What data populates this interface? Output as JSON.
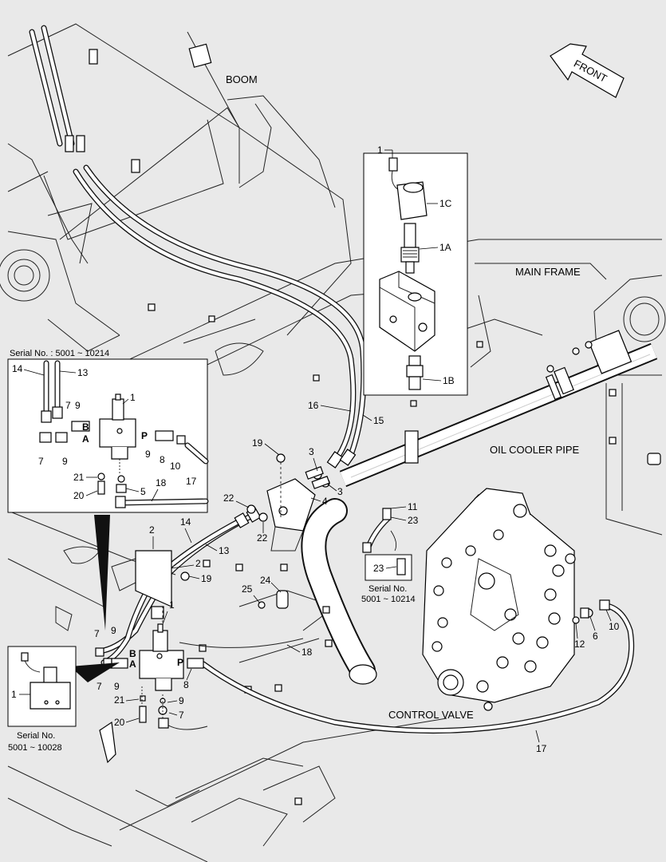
{
  "labels": {
    "boom": "BOOM",
    "front": "FRONT",
    "main_frame": "MAIN FRAME",
    "oil_cooler_pipe": "OIL COOLER PIPE",
    "control_valve": "CONTROL VALVE"
  },
  "inset_valve_detail": {
    "callout": "1",
    "parts": [
      "1C",
      "1A",
      "1B"
    ]
  },
  "inset_serial_10214": {
    "title": "Serial No. : 5001 ~ 10214",
    "callouts": [
      "14",
      "13",
      "1",
      "7",
      "9",
      "B",
      "A",
      "7",
      "9",
      "P",
      "9",
      "8",
      "10",
      "17",
      "21",
      "20",
      "5",
      "18"
    ]
  },
  "inset_serial_10028": {
    "callout": "1",
    "serial_line1": "Serial No.",
    "serial_line2": "5001 ~ 10028"
  },
  "inset_fitting_23": {
    "callout": "23",
    "serial_line1": "Serial No.",
    "serial_line2": "5001 ~ 10214"
  },
  "main_callouts": [
    "16",
    "15",
    "19",
    "3",
    "3",
    "4",
    "22",
    "22",
    "2",
    "14",
    "13",
    "19",
    "2",
    "11",
    "23",
    "24",
    "25",
    "9",
    "7",
    "9",
    "7",
    "1",
    "B",
    "A",
    "P",
    "8",
    "21",
    "9",
    "20",
    "7",
    "18",
    "12",
    "6",
    "10",
    "17"
  ]
}
